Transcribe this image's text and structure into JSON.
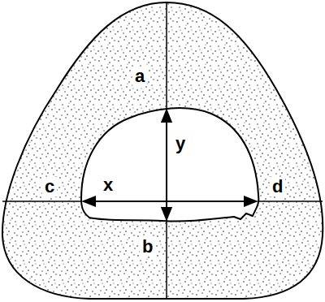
{
  "diagram": {
    "labels": [
      "a",
      "y",
      "c",
      "x",
      "d",
      "b"
    ]
  }
}
